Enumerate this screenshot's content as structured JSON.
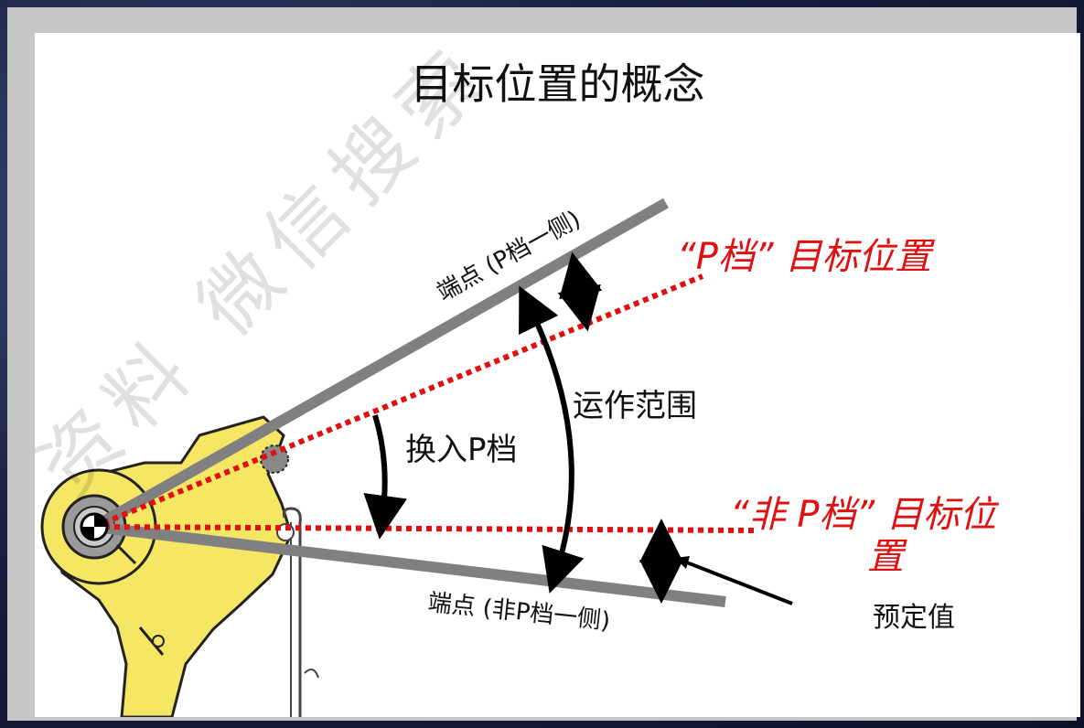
{
  "slide": {
    "title": "目标位置的概念",
    "labels": {
      "endpoint_p_side": "端点 (P档一侧)",
      "endpoint_non_p_side": "端点 (非P档一侧)",
      "p_target": "“P档” 目标位置",
      "non_p_target_line1": "“非 P档” 目标位",
      "non_p_target_line2": "置",
      "operating_range": "运作范围",
      "shift_into_p": "换入P档",
      "predetermined_value": "预定值"
    },
    "watermark": "资料 微信搜索"
  },
  "colors": {
    "background": "#ffffff",
    "frame": "#c6c6c6",
    "arm": "#808080",
    "dotted": "#e01010",
    "target_text": "#e01010",
    "mechanism": "#f5e663"
  }
}
